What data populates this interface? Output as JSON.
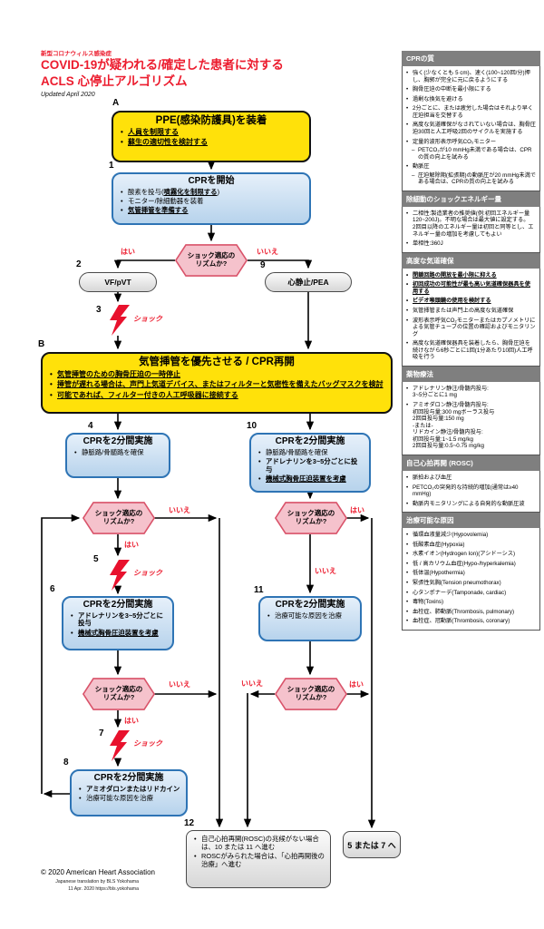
{
  "colors": {
    "accent_red": "#EC1C2E",
    "yellow": "#FFE10A",
    "blue_border": "#2E74B5",
    "pink_fill": "#F5C2CC",
    "pink_border": "#D9536A",
    "sidebar_header_gray": "#7F7F7F"
  },
  "header": {
    "eyebrow": "新型コロナウィルス感染症",
    "title_line1": "COVID-19が疑われる/確定した患者に対する",
    "title_line2": "ACLS 心停止アルゴリズム",
    "updated": "Updated April 2020"
  },
  "labels": {
    "yes": "はい",
    "no": "いいえ",
    "shock": "ショック",
    "decision_l1": "ショック適応の",
    "decision_l2": "リズムか?"
  },
  "nodes": {
    "a": {
      "num": "A",
      "title": "PPE(感染防護具)を装着",
      "bullets": [
        {
          "t": "人員を制限する",
          "c": "ub"
        },
        {
          "t": "蘇生の適切性を検討する",
          "c": "ub"
        }
      ]
    },
    "start": {
      "num": "1",
      "title": "CPRを開始",
      "bullets": [
        {
          "pre": "酸素を投与(",
          "em": "噴霧化を制限する",
          "post": ")"
        },
        {
          "t": "モニター/除細動器を装着"
        },
        {
          "t": "気管挿管を準備する",
          "c": "ub"
        }
      ]
    },
    "vf": {
      "num": "2",
      "text": "VF/pVT"
    },
    "bolt3": {
      "num": "3"
    },
    "asys": {
      "num": "9",
      "text": "心静止/PEA"
    },
    "b": {
      "num": "B",
      "title": "気管挿管を優先させる / CPR再開",
      "bullets": [
        {
          "t": "気管挿管のための胸骨圧迫の一時停止",
          "c": "ub"
        },
        {
          "t": "挿管が遅れる場合は、声門上気道デバイス、またはフィルターと気密性を備えたバッグマスクを検討",
          "c": "ub"
        },
        {
          "t": "可能であれば、フィルター付きの人工呼吸器に接続する",
          "c": "ub"
        }
      ]
    },
    "cpr4": {
      "num": "4",
      "title": "CPRを2分間実施",
      "bullets": [
        {
          "t": "静脈路/骨髄路を確保"
        }
      ]
    },
    "cpr10": {
      "num": "10",
      "title": "CPRを2分間実施",
      "bullets": [
        {
          "t": "静脈路/骨髄路を確保"
        },
        {
          "t": "アドレナリンを3~5分ごとに投与",
          "c": "b"
        },
        {
          "t": "機械式胸骨圧迫装置を考慮",
          "c": "ub"
        }
      ]
    },
    "bolt5": {
      "num": "5"
    },
    "cpr6": {
      "num": "6",
      "title": "CPRを2分間実施",
      "bullets": [
        {
          "t": "アドレナリンを3~5分ごとに投与",
          "c": "b"
        },
        {
          "t": "機械式胸骨圧迫装置を考慮",
          "c": "ub"
        }
      ]
    },
    "cpr11": {
      "num": "11",
      "title": "CPRを2分間実施",
      "bullets": [
        {
          "t": "治療可能な原因を治療"
        }
      ]
    },
    "bolt7": {
      "num": "7"
    },
    "cpr8": {
      "num": "8",
      "title": "CPRを2分間実施",
      "bullets": [
        {
          "t": "アミオダロンまたはリドカイン",
          "c": "b"
        },
        {
          "t": "治療可能な原因を治療"
        }
      ]
    },
    "rosc12": {
      "num": "12",
      "bullets": [
        {
          "t": "自己心拍再開(ROSC)の兆候がない場合は、10 または 11 へ進む"
        },
        {
          "t": "ROSCがみられた場合は、「心拍再開後の治療」へ進む"
        }
      ]
    },
    "goto57": {
      "text": "5 または 7 へ"
    }
  },
  "sidebar": {
    "sections": [
      {
        "title": "CPRの質",
        "items": [
          {
            "t": "強く(少なくとも 5 cm)、速く(100~120回/分)押し、胸郭が完全に元に戻るようにする"
          },
          {
            "t": "胸骨圧迫の中断を最小限にする"
          },
          {
            "t": "過剰な換気を避ける"
          },
          {
            "t": "2分ごとに、または疲労した場合はそれより早く圧迫担当を交替する"
          },
          {
            "t": "高度な気道確保がなされていない場合は、胸骨圧迫30回と人工呼吸2回のサイクルを実施する"
          },
          {
            "t": "定量的波形表示呼気CO₂モニター"
          },
          {
            "t": "PETCO₂が10 mmHg未満である場合は、CPRの質の向上を試みる",
            "c": "sub"
          },
          {
            "t": "動脈圧"
          },
          {
            "t": "圧迫解除期(拡張期)の動脈圧が20 mmHg未満である場合は、CPRの質の向上を試みる",
            "c": "sub"
          }
        ]
      },
      {
        "title": "除細動のショックエネルギー量",
        "items": [
          {
            "t": "二相性:製造業者の推奨値(例:初回エネルギー量120~200J)。不明な場合は最大値に設定する。\n2回目以降のエネルギー量は初回と同等とし、エネルギー量の増加を考慮してもよい"
          },
          {
            "t": "単相性:360J"
          }
        ]
      },
      {
        "title": "高度な気道確保",
        "items": [
          {
            "t": "閉鎖回路の開放を最小限に抑える",
            "c": "ub"
          },
          {
            "t": "初回成功の可能性が最も高い気道確保器具を使用する",
            "c": "ub"
          },
          {
            "t": "ビデオ喉頭鏡の使用を検討する",
            "c": "ub"
          },
          {
            "t": "気管挿管または声門上の高度な気道確保"
          },
          {
            "t": "波形表示呼気CO₂モニターまたはカプノメトリによる気管チューブの位置の確認およびモニタリング"
          },
          {
            "t": "高度な気道確保器具を装着したら、胸骨圧迫を続けながら6秒ごとに1回(1分あたり10回)人工呼吸を行う"
          }
        ]
      },
      {
        "title": "薬物療法",
        "items": [
          {
            "t": "アドレナリン静注/骨髄内投与:\n3~5分ごとに1 mg"
          },
          {
            "t": "アミオダロン静注/骨髄内投与:\n初回投与量:300 mgボーラス投与\n2回目投与量:150 mg\n-または-\nリドカイン静注/骨髄内投与:\n初回投与量:1~1.5 mg/kg\n2回目投与量:0.5~0.75 mg/kg"
          }
        ]
      },
      {
        "title": "自己心拍再開 (ROSC)",
        "items": [
          {
            "t": "脈拍および血圧"
          },
          {
            "t": "PETCO₂の突発的な持続的増加(通常は≥40 mmHg)"
          },
          {
            "t": "動脈内モニタリングによる自発的な動脈圧波"
          }
        ]
      },
      {
        "title": "治療可能な原因",
        "items": [
          {
            "t": "循環血液量減少(Hypovolemia)"
          },
          {
            "t": "低酸素血症(Hypoxia)"
          },
          {
            "t": "水素イオン(Hydrogen Ion)(アシドーシス)"
          },
          {
            "t": "低 / 高カリウム血症(Hypo-/hyperkalemia)"
          },
          {
            "t": "低体温(Hypothermia)"
          },
          {
            "t": "緊張性気胸(Tension pneumothorax)"
          },
          {
            "t": "心タンポナーデ(Tamponade, cardiac)"
          },
          {
            "t": "毒物(Toxins)"
          },
          {
            "t": "血栓症、肺動脈(Thrombosis, pulmonary)"
          },
          {
            "t": "血栓症、冠動脈(Thrombosis, coronary)"
          }
        ]
      }
    ]
  },
  "footer": {
    "copyright": "© 2020 American Heart Association",
    "translation": "Japanese translation by BLS Yokohama",
    "date_url": "11 Apr. 2020  https://bls.yokohama"
  }
}
